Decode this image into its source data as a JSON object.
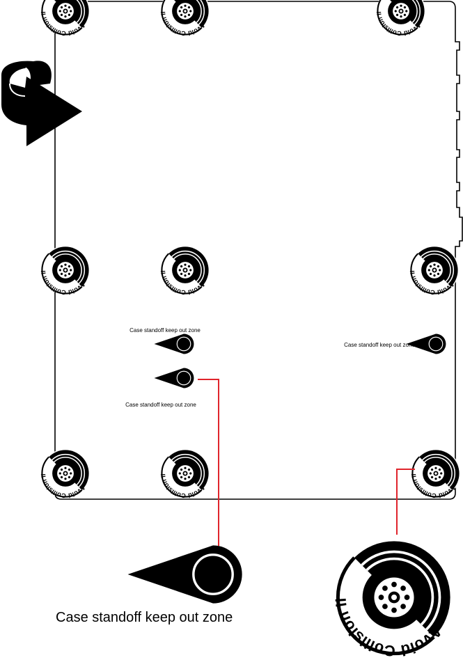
{
  "labels": {
    "keepout_small": "Case standoff keep out zone",
    "keepout_large": "Case standoff keep out zone",
    "avoid_text": "Avoid",
    "collision_text": "Collision",
    "mark_text": "II"
  },
  "colors": {
    "outline": "#000000",
    "leader_line": "#e0242b",
    "background": "#ffffff"
  },
  "icons": {
    "rotation": "rotate-arrow-icon",
    "keepout": "keep-out-zone-icon",
    "collision": "avoid-collision-icon"
  }
}
